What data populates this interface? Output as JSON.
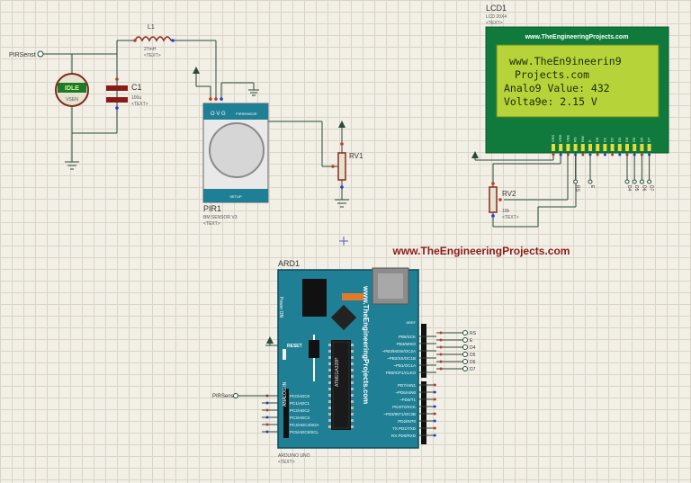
{
  "website": "www.TheEngineeringProjects.com",
  "left_circuit": {
    "pin_label": "PIRSenst",
    "sensor_display": "IDLE",
    "sensor_sub": "VSEN",
    "inductor": {
      "name": "L1",
      "value": "27mH",
      "text": "<TEXT>"
    },
    "capacitor": {
      "name": "C1",
      "value": "100u",
      "text": "<TEXT>"
    }
  },
  "pir": {
    "name": "PIR1",
    "model": "BM SENSOR V3",
    "text": "<TEXT>",
    "pins": "O V G",
    "brand": "PIRSENSOR",
    "bottom_label": "SETUP"
  },
  "rv1": {
    "name": "RV1"
  },
  "rv2": {
    "name": "RV2",
    "value": "10k",
    "text": "<TEXT>"
  },
  "lcd": {
    "name": "LCD1",
    "model": "LCD 20X4",
    "text": "<TEXT>",
    "header": "www.TheEngineeringProjects.com",
    "lines": [
      "www.TheEn9ineerin9",
      "Projects.com",
      "Analo9 Value: 432",
      "Volta9e: 2.15 V"
    ],
    "pins": [
      "VSS",
      "VDD",
      "VEE",
      "RS",
      "RW",
      "E",
      "D0",
      "D1",
      "D2",
      "D3",
      "D4",
      "D5",
      "D6",
      "D7"
    ],
    "net_labels": [
      "RS",
      "E",
      "D4",
      "D5",
      "D6",
      "D7"
    ]
  },
  "arduino": {
    "name": "ARD1",
    "model": "ARDUINO UNO",
    "text": "<TEXT>",
    "pin_input_label": "PIRSenst",
    "left_pins": {
      "reset": "RESET",
      "analog": [
        "PC0/ADC0",
        "PC1/ADC1",
        "PC2/ADC2",
        "PC3/ADC3",
        "PC4/ADC4/SDA",
        "PC5/ADC5/SCL"
      ],
      "power_label": "Power ON",
      "analog_in": "ANALOG IN"
    },
    "right_pins_top": [
      "PB5/SCK",
      "PB4/MISO",
      "~PB3/MOSI/OC2A",
      "~PB2/SS/OC1B",
      "~PB1/OC1A",
      "PB0/ICP1/CLKO"
    ],
    "right_pins_bottom": [
      "PD7/AIN1",
      "~PD6/AIN0",
      "~PD5/T1",
      "PD4/T0/XCK",
      "~PD3/INT1/OC2B",
      "PD2/INT0",
      "TX PD1/TXD",
      "RX PD0/RXD"
    ],
    "aref": "AREF",
    "out_labels": [
      "RS",
      "E",
      "D4",
      "D5",
      "D6",
      "D7"
    ],
    "chip_label": "ATMEGA328P",
    "side_text": "www.TheEngineeringProjects.com"
  },
  "colors": {
    "background": "#f1efe6",
    "grid": "#d9d5c6",
    "wire": "#2a4a3a",
    "board": "#1f7f95",
    "lcd_screen": "#b6d43a",
    "lcd_bezel": "#107a3c",
    "accent": "#8a1a1a"
  }
}
